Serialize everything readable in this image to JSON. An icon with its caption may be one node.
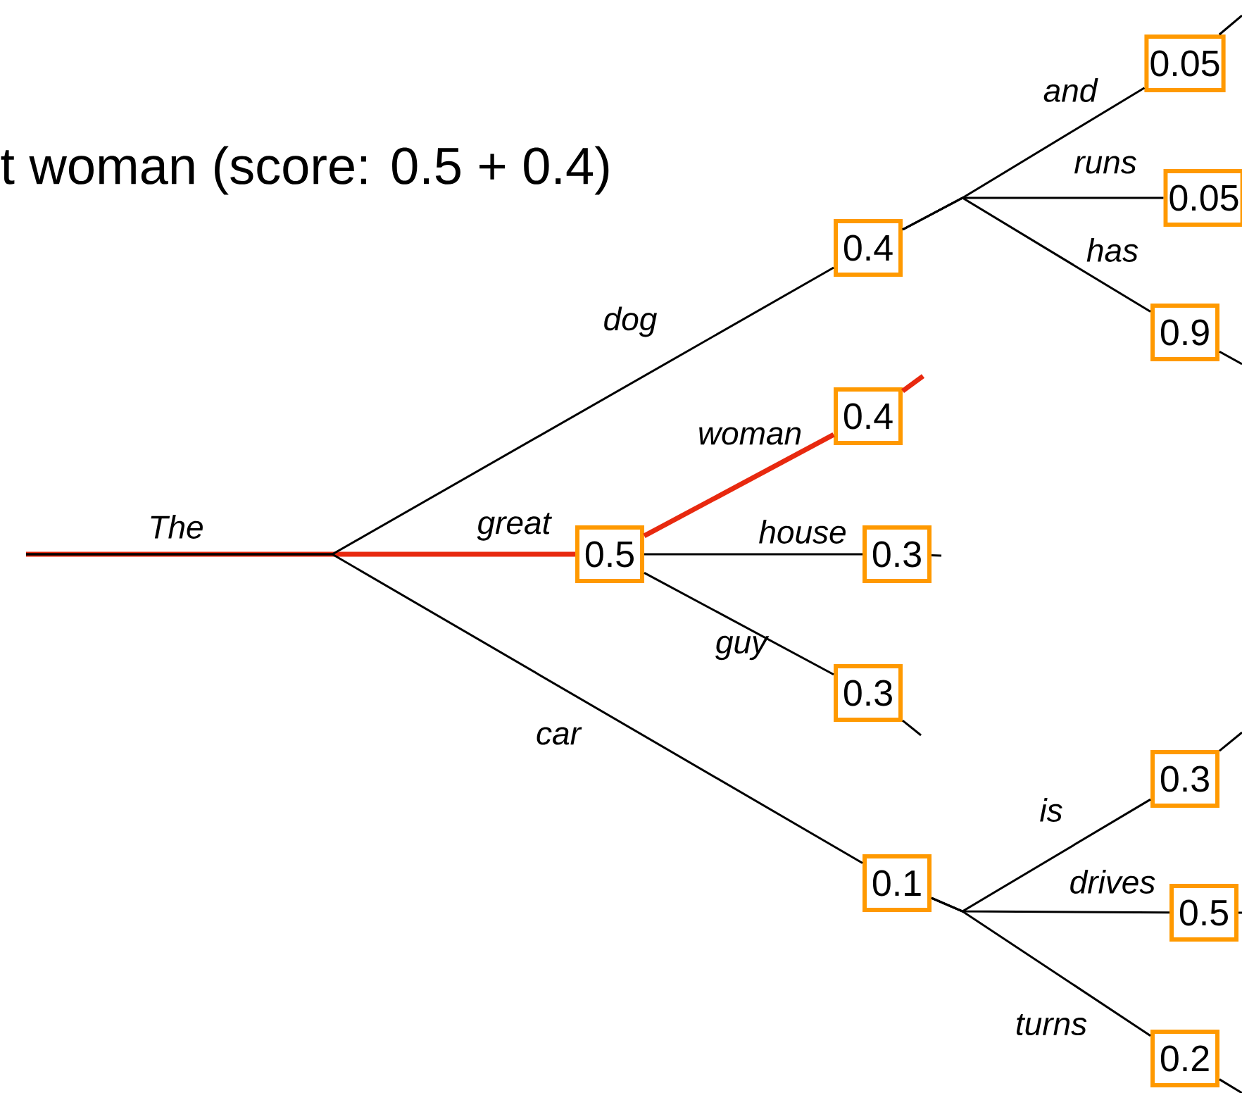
{
  "diagram": {
    "title": "t woman (score: 0.5 + 0.4)",
    "nodes": [
      {
        "text": [
          "0.5"
        ]
      },
      {
        "text": [
          "0.4"
        ]
      },
      {
        "text": [
          "0.4"
        ]
      },
      {
        "text": [
          "0.3"
        ]
      },
      {
        "text": [
          "0.3"
        ]
      },
      {
        "text": [
          "0.1"
        ]
      },
      {
        "text": [
          "0.05"
        ]
      },
      {
        "text": [
          "0.05"
        ]
      },
      {
        "text": [
          "0.9"
        ]
      },
      {
        "text": [
          "0.3"
        ]
      },
      {
        "text": [
          "0.5"
        ]
      },
      {
        "text": [
          "0.2"
        ]
      }
    ],
    "edges": [
      {
        "from": null,
        "to": 0,
        "arrow": "none",
        "label": "great",
        "style": "thick",
        "color": "#e8290f"
      },
      {
        "from": null,
        "to": 1,
        "arrow": "none",
        "label": "dog"
      },
      {
        "from": null,
        "to": 5,
        "arrow": "none",
        "label": "car"
      },
      {
        "from": 0,
        "to": 2,
        "arrow": "none",
        "label": "woman",
        "style": "thick",
        "color": "#e8290f"
      },
      {
        "from": 0,
        "to": 3,
        "arrow": "none",
        "label": "house"
      },
      {
        "from": 0,
        "to": 4,
        "arrow": "none",
        "label": "guy"
      },
      {
        "from": 2,
        "to": null,
        "arrow": "none",
        "style": "thick",
        "color": "#e8290f"
      },
      {
        "from": 3,
        "to": null,
        "arrow": "none"
      },
      {
        "from": 4,
        "to": null,
        "arrow": "none"
      },
      {
        "from": 1,
        "to": 6,
        "arrow": "none",
        "label": "and"
      },
      {
        "from": 1,
        "to": 7,
        "arrow": "none",
        "label": "runs"
      },
      {
        "from": 1,
        "to": 8,
        "arrow": "none",
        "label": "has"
      },
      {
        "from": 5,
        "to": 9,
        "arrow": "none",
        "label": "is"
      },
      {
        "from": 5,
        "to": 10,
        "arrow": "none",
        "label": "drives"
      },
      {
        "from": 5,
        "to": 11,
        "arrow": "none",
        "label": "turns"
      },
      {
        "from": 6,
        "to": null,
        "arrow": "none"
      },
      {
        "from": 8,
        "to": null,
        "arrow": "none"
      },
      {
        "from": 9,
        "to": null,
        "arrow": "none"
      },
      {
        "from": 10,
        "to": null,
        "arrow": "none"
      },
      {
        "from": 11,
        "to": null,
        "arrow": "none"
      }
    ],
    "labels": [
      "The"
    ]
  }
}
